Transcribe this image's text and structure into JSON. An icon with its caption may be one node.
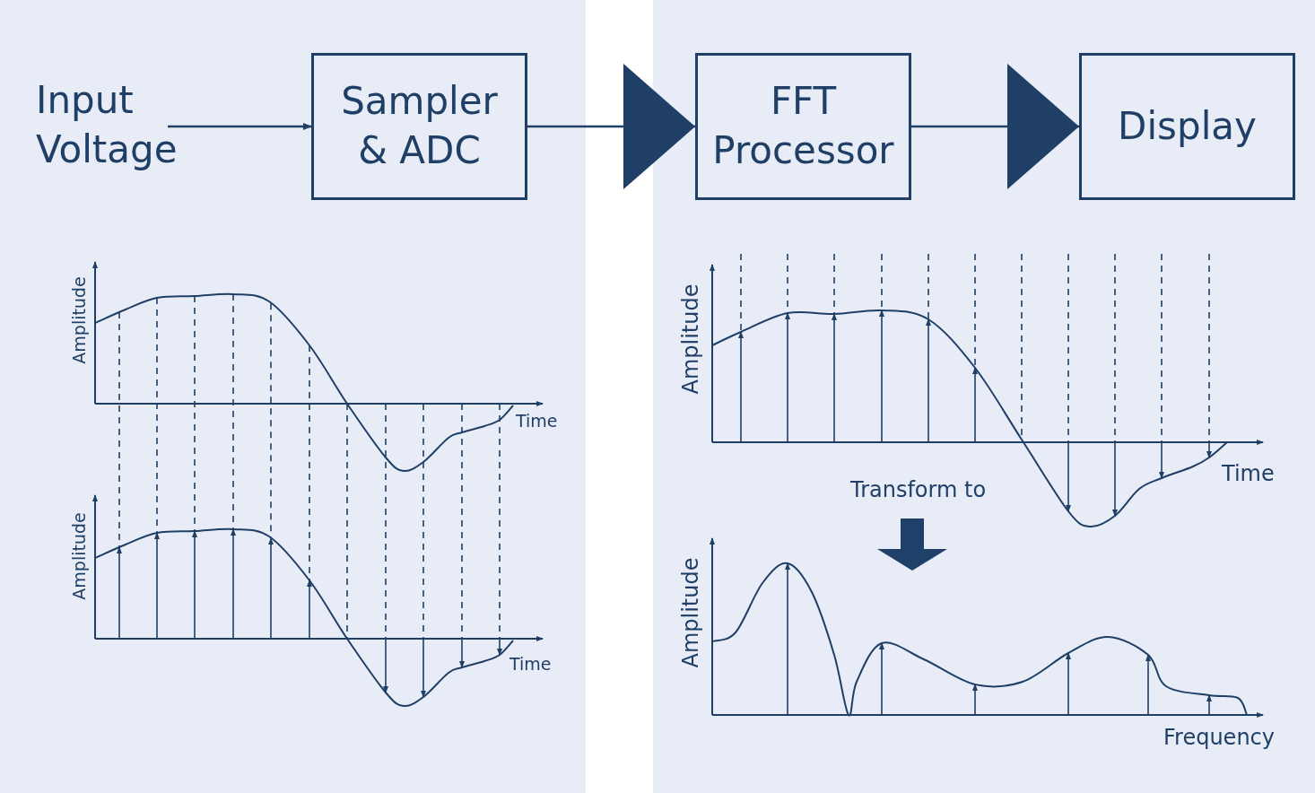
{
  "diagram": {
    "nodes": [
      {
        "text": [
          "Input Voltage"
        ]
      },
      {
        "text": [
          "Sampler & ADC"
        ]
      },
      {
        "text": [
          "FFT Processor"
        ]
      },
      {
        "text": [
          "Display"
        ]
      }
    ],
    "edges": [
      {
        "from": 0,
        "to": 1,
        "arrow": "to"
      },
      {
        "from": 1,
        "to": 2,
        "arrow": "to"
      },
      {
        "from": 2,
        "to": 3,
        "arrow": "to"
      }
    ],
    "labels": [
      "Amplitude",
      "Time",
      "Amplitude",
      "Time",
      "Amplitude",
      "Time",
      "Transform to",
      "Amplitude",
      "Frequency"
    ]
  }
}
